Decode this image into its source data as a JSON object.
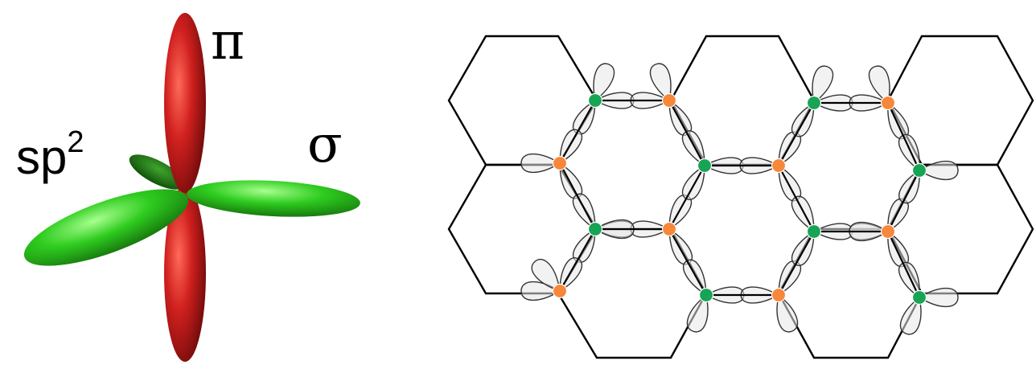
{
  "orbital": {
    "labels": {
      "pi": "π",
      "sigma": "σ",
      "hybrid_base": "sp",
      "hybrid_exp": "2"
    },
    "colors": {
      "pi_lobe": "#d0201e",
      "sigma_lobe": "#2ecc1f",
      "sigma_dark": "#1f6e14"
    }
  },
  "lattice": {
    "colors": {
      "atom_a": "#17a455",
      "atom_b": "#f7873a",
      "bond": "#000000",
      "orbital_fill": "#e8e8e8"
    }
  }
}
